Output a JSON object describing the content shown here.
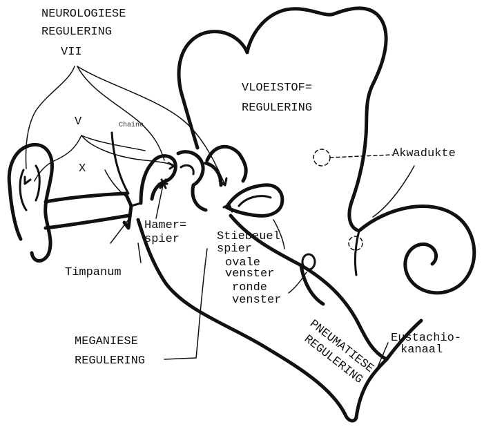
{
  "labels": {
    "neurologiese_line1": "NEUROLOGIESE",
    "neurologiese_line2": "REGULERING",
    "nerve_vii": "VII",
    "nerve_v": "V",
    "nerve_x": "X",
    "chaine": "Chaine",
    "vloeistof_line1": "VLOEISTOF=",
    "vloeistof_line2": "REGULERING",
    "akwadukte": "Akwadukte",
    "hamer_line1": "Hamer=",
    "hamer_line2": "spier",
    "stiebeuel_line1": "Stiebeuel",
    "stiebeuel_line2": "spier",
    "ovale_line1": "ovale",
    "ovale_line2": "venster",
    "ronde_line1": "ronde",
    "ronde_line2": "venster",
    "timpanum": "Timpanum",
    "meganiese_line1": "MEGANIESE",
    "meganiese_line2": "REGULERING",
    "eustachio_line1": "Eustachio-",
    "eustachio_line2": "kanaal",
    "pneumatiese_line1": "PNEUMATIESE",
    "pneumatiese_line2": "REGULERING"
  }
}
